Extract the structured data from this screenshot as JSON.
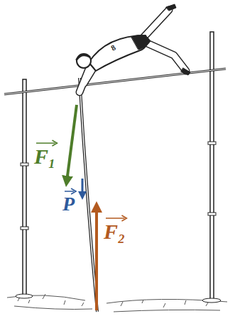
{
  "diagram": {
    "labels": [
      "F₁",
      "P",
      "F₂",
      "8"
    ]
  }
}
